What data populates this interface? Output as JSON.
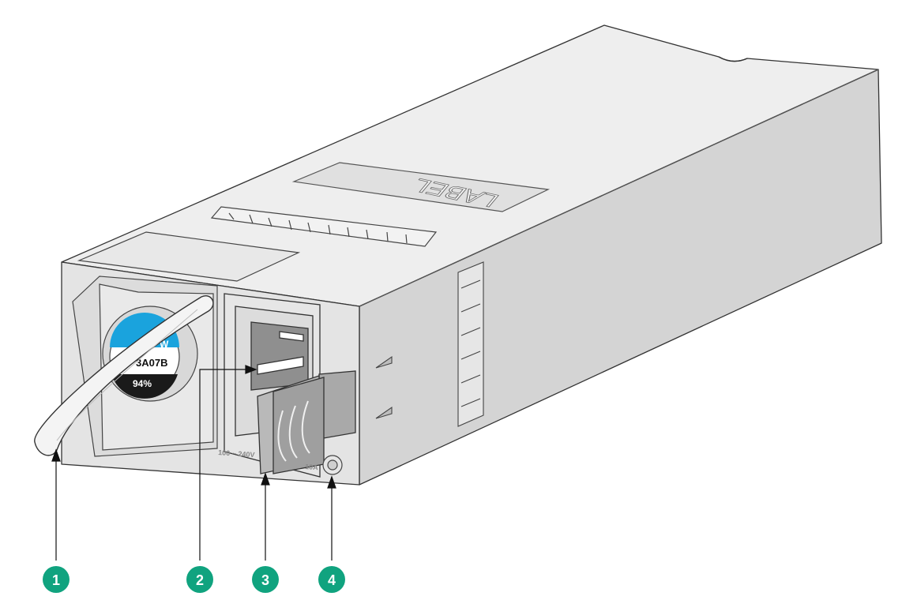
{
  "product": {
    "top_label": "LABEL",
    "badge_line1": "W",
    "badge_line2": "3A07B",
    "badge_line3": "94%",
    "rating_left": "100 ~ 240V",
    "rating_right": "10A"
  },
  "callouts": [
    {
      "number": "1",
      "target": "handle"
    },
    {
      "number": "2",
      "target": "ac-inlet"
    },
    {
      "number": "3",
      "target": "cord-retainer"
    },
    {
      "number": "4",
      "target": "status-led"
    }
  ],
  "colors": {
    "callout": "#10a37f",
    "badge_blue": "#1aa3dd",
    "badge_black": "#1a1a1a",
    "metal_top": "#efefef",
    "metal_side": "#d2d2d2",
    "metal_front": "#e2e2e2"
  }
}
